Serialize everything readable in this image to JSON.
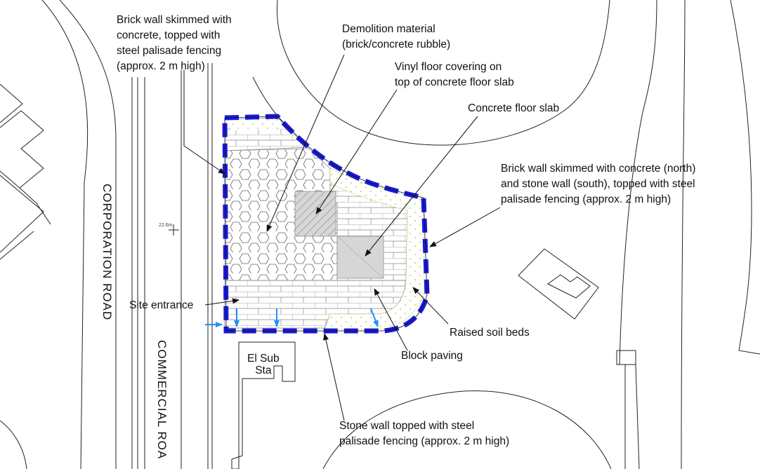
{
  "labels": {
    "brick_wall_west": [
      "Brick wall skimmed with",
      "concrete, topped with",
      "steel palisade fencing",
      "(approx. 2 m high)"
    ],
    "demolition": [
      "Demolition material",
      "(brick/concrete rubble)"
    ],
    "vinyl": [
      "Vinyl floor covering on",
      "top of concrete floor slab"
    ],
    "concrete_slab": [
      "Concrete floor slab"
    ],
    "brick_wall_east": [
      "Brick wall skimmed with concrete (north)",
      "and stone wall (south), topped with steel",
      "palisade fencing (approx. 2 m high)"
    ],
    "site_entrance": [
      "Site entrance"
    ],
    "raised_soil": [
      "Raised soil beds"
    ],
    "block_paving": [
      "Block paving"
    ],
    "stone_wall_south": [
      "Stone wall topped with steel",
      "palisade fencing (approx. 2 m high)"
    ],
    "el_sub": [
      "El Sub",
      "Sta"
    ]
  },
  "roads": {
    "corporation": "CORPORATION ROAD",
    "commercial": "COMMERCIAL ROA"
  },
  "spot_height": "22.6m",
  "colors": {
    "boundary_blue": "#1a1adb",
    "arrow_blue": "#1e90ff",
    "soil_dots": "#9acd32",
    "slab_grey": "#d6d6d6",
    "line": "#222222"
  }
}
